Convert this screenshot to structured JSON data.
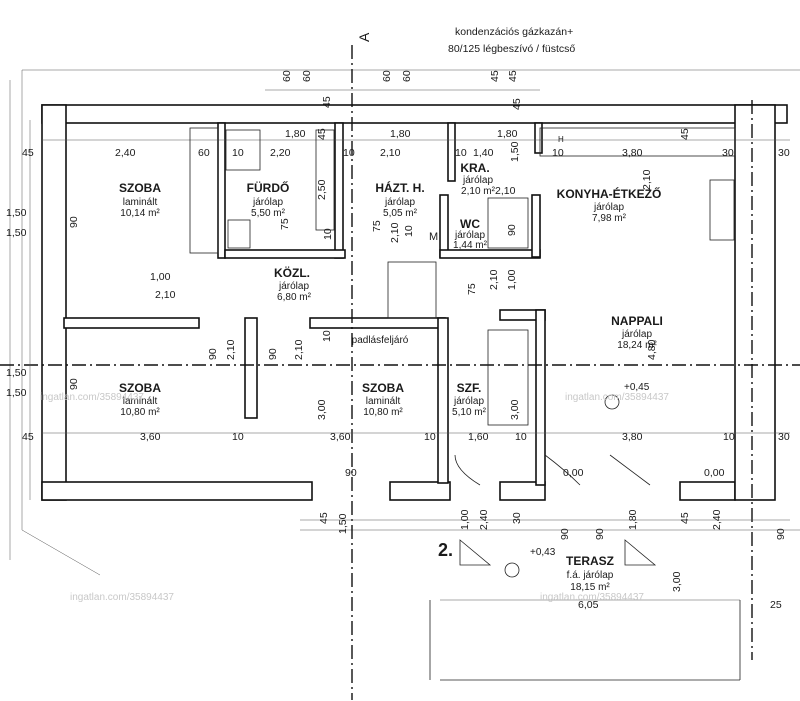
{
  "header": {
    "section_marker": "A",
    "boiler_note_1": "kondenzációs gázkazán+",
    "boiler_note_2": "80/125 légbeszívó / füstcső"
  },
  "rooms": [
    {
      "id": "szoba1",
      "name": "SZOBA",
      "floor": "laminált",
      "area": "10,14 m²"
    },
    {
      "id": "furdo",
      "name": "FÜRDŐ",
      "floor": "járólap",
      "area": "5,50 m²"
    },
    {
      "id": "haztartasi",
      "name": "HÁZT. H.",
      "floor": "járólap",
      "area": "5,05 m²"
    },
    {
      "id": "kamra",
      "name": "KRA.",
      "floor": "járólap",
      "area": "2,10 m²"
    },
    {
      "id": "konyha",
      "name": "KONYHA-ÉTKEZŐ",
      "floor": "járólap",
      "area": "7,98 m²"
    },
    {
      "id": "wc",
      "name": "WC",
      "floor": "járólap",
      "area": "1,44 m²"
    },
    {
      "id": "kozl",
      "name": "KÖZL.",
      "floor": "járólap",
      "area": "6,80 m²"
    },
    {
      "id": "nappali",
      "name": "NAPPALI",
      "floor": "járólap",
      "area": "18,24 m²"
    },
    {
      "id": "szoba2",
      "name": "SZOBA",
      "floor": "laminált",
      "area": "10,80 m²"
    },
    {
      "id": "szoba3",
      "name": "SZOBA",
      "floor": "laminált",
      "area": "10,80 m²"
    },
    {
      "id": "szf",
      "name": "SZF.",
      "floor": "járólap",
      "area": "5,10 m²"
    },
    {
      "id": "terasz",
      "name": "TERASZ",
      "floor": "f.á. járólap",
      "area": "18,15 m²"
    }
  ],
  "labels": {
    "attic_stair": "padlásfeljáró",
    "meter": "M",
    "hood": "H",
    "level_1": "+0,45",
    "level_2": "+0,43",
    "section_number": "2.",
    "watermark": "ingatlan.com/35894437"
  },
  "dimensions": {
    "top_row": [
      "60",
      "60",
      "60",
      "60",
      "45",
      "45",
      "45"
    ],
    "second_row": [
      "1,80",
      "1,80",
      "1,80",
      "45",
      "45",
      "45"
    ],
    "room_widths": [
      "45",
      "2,40",
      "60",
      "10",
      "2,20",
      "10",
      "2,10",
      "10",
      "1,40",
      "10",
      "3,80",
      "30",
      "30"
    ],
    "left_heights": [
      "1,50",
      "1,50",
      "1,50",
      "1,50"
    ],
    "misc": [
      "2,50",
      "75",
      "10",
      "75",
      "10",
      "2,10",
      "2,10",
      "1,50",
      "2,10",
      "90",
      "1,00",
      "2,10",
      "75",
      "90",
      "1,00",
      "2,10",
      "4,80",
      "90",
      "2,10",
      "90",
      "2,10",
      "10",
      "90"
    ],
    "lower_widths": [
      "45",
      "3,60",
      "10",
      "3,60",
      "10",
      "1,60",
      "10",
      "3,80",
      "10",
      "30"
    ],
    "lower_heights": [
      "3,00",
      "3,00"
    ],
    "sills": [
      "0,00",
      "0,00"
    ],
    "bottom_row": [
      "90",
      "45",
      "1,50",
      "1,00",
      "2,40",
      "90",
      "1,80",
      "2,40",
      "45",
      "90",
      "90",
      "30"
    ],
    "terrace": [
      "3,00",
      "6,05",
      "25"
    ]
  }
}
